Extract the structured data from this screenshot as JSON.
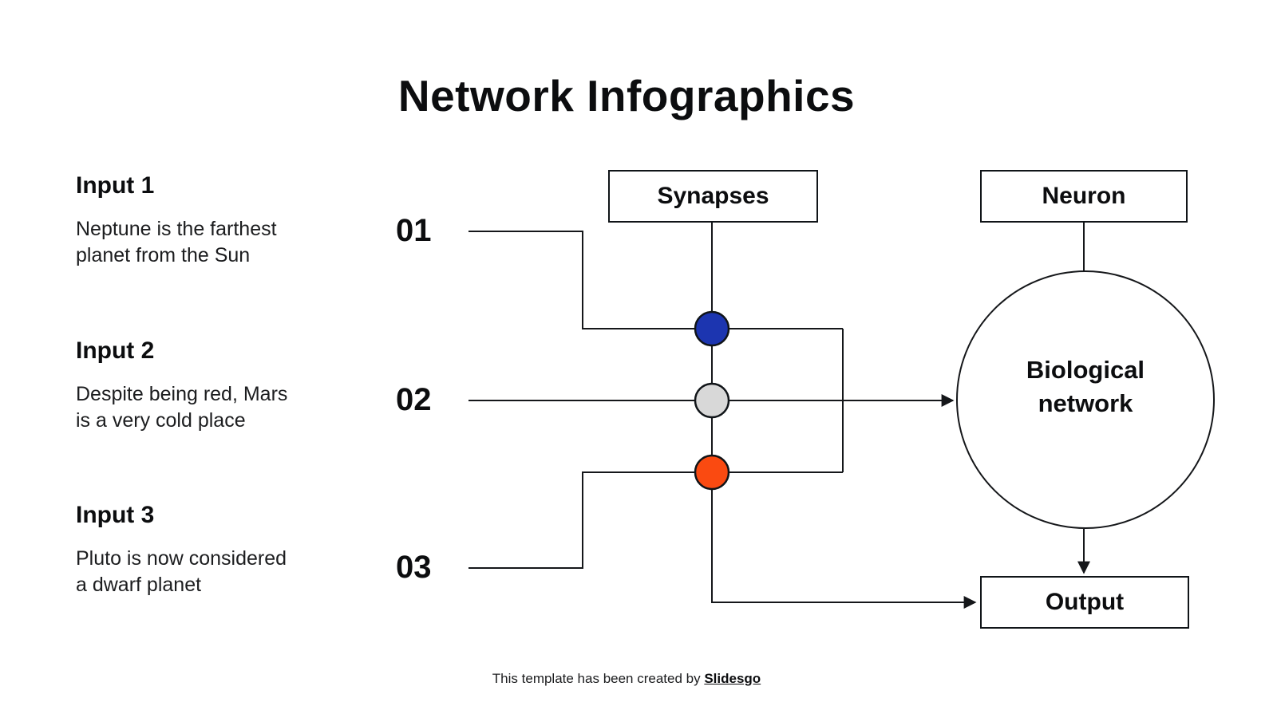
{
  "title": "Network Infographics",
  "inputs": [
    {
      "label": "Input 1",
      "number": "01",
      "lines": [
        "Neptune is the farthest",
        "planet from the Sun"
      ]
    },
    {
      "label": "Input 2",
      "number": "02",
      "lines": [
        "Despite being red, Mars",
        "is a very cold place"
      ]
    },
    {
      "label": "Input 3",
      "number": "03",
      "lines": [
        "Pluto is now considered",
        "a dwarf planet"
      ]
    }
  ],
  "diagram": {
    "synapses_label": "Synapses",
    "neuron_label": "Neuron",
    "network_label": "Biological network",
    "output_label": "Output",
    "nodes": [
      {
        "name": "synapse-node-1",
        "color": "#1C35B0"
      },
      {
        "name": "synapse-node-2",
        "color": "#D8D8D8"
      },
      {
        "name": "synapse-node-3",
        "color": "#FA4A11"
      }
    ],
    "line_color": "#15171a"
  },
  "footer": {
    "prefix": "This template has been created by ",
    "brand": "Slidesgo"
  }
}
